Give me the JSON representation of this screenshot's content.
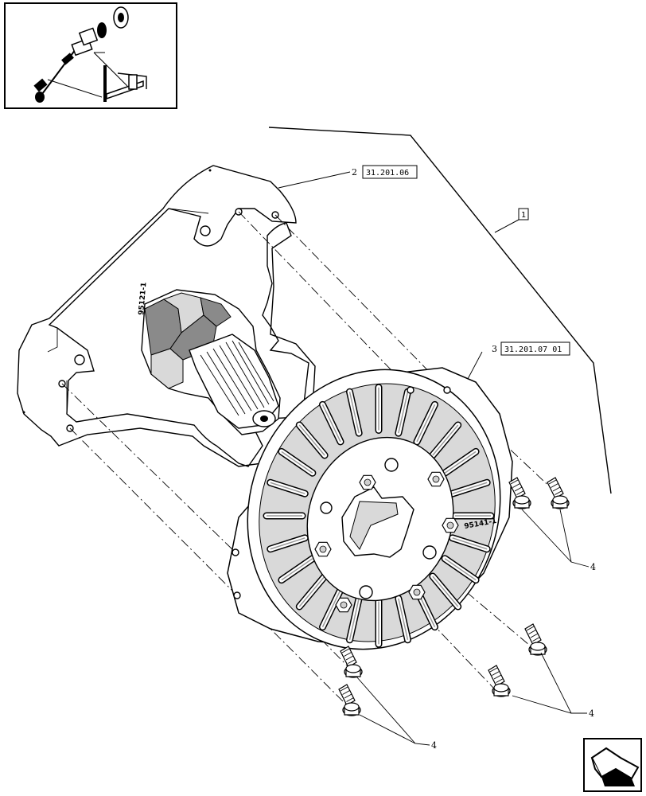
{
  "callouts": [
    {
      "item": "1",
      "ref": ""
    },
    {
      "item": "2",
      "ref": "31.201.06"
    },
    {
      "item": "3",
      "ref": "31.201.07 01"
    },
    {
      "item": "4",
      "ref": ""
    },
    {
      "item": "4",
      "ref": ""
    },
    {
      "item": "4",
      "ref": ""
    }
  ],
  "part_markings": {
    "hub": "95121-1",
    "clutch": "95141-1"
  },
  "icons": {
    "thumbnail": "assembly-thumbnail-icon",
    "navigation": "next-page-arrow-icon"
  }
}
